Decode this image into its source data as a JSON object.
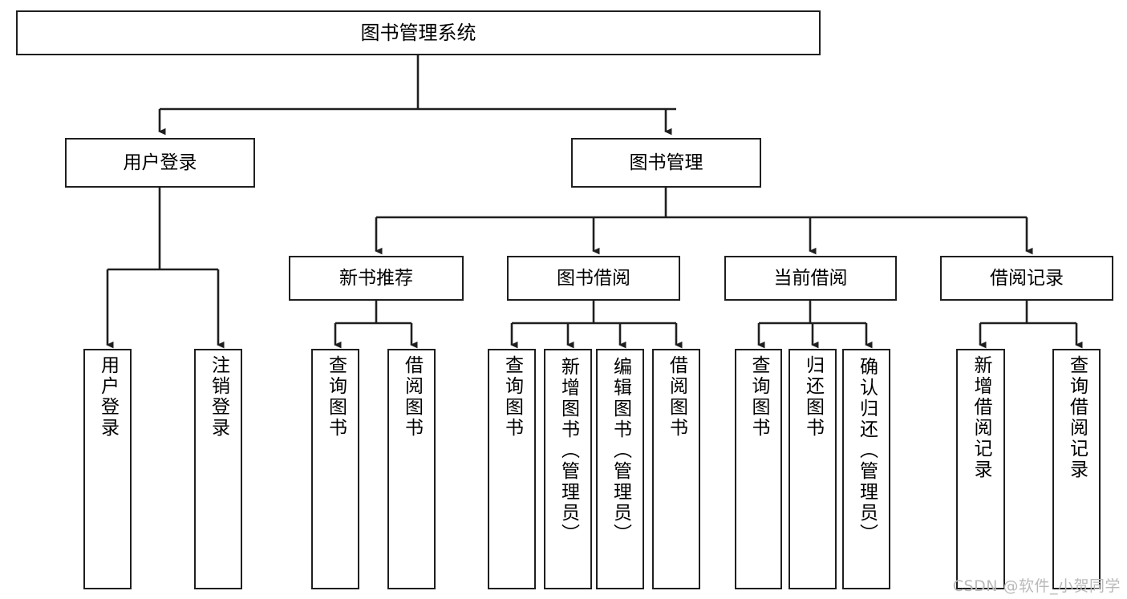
{
  "diagram": {
    "type": "tree-hierarchy",
    "title": "图书管理系统",
    "root": {
      "label": "图书管理系统"
    },
    "level1": [
      {
        "label": "用户登录"
      },
      {
        "label": "图书管理"
      }
    ],
    "level2": [
      {
        "label": "新书推荐"
      },
      {
        "label": "图书借阅"
      },
      {
        "label": "当前借阅"
      },
      {
        "label": "借阅记录"
      }
    ],
    "leaves": {
      "user_login": [
        {
          "label": "用户登录"
        },
        {
          "label": "注销登录"
        }
      ],
      "new_book_recommend": [
        {
          "label": "查询图书"
        },
        {
          "label": "借阅图书"
        }
      ],
      "book_borrow": [
        {
          "label": "查询图书"
        },
        {
          "label": "新增图书（管理员）"
        },
        {
          "label": "编辑图书（管理员）"
        },
        {
          "label": "借阅图书"
        }
      ],
      "current_borrow": [
        {
          "label": "查询图书"
        },
        {
          "label": "归还图书"
        },
        {
          "label": "确认归还（管理员）"
        }
      ],
      "borrow_record": [
        {
          "label": "新增借阅记录"
        },
        {
          "label": "查询借阅记录"
        }
      ]
    }
  },
  "watermark": {
    "text": "CSDN @软件_小贺同学"
  },
  "colors": {
    "stroke": "#1f1f1f",
    "fill": "#ffffff",
    "text": "#000000",
    "watermark": "#b9b9b9"
  }
}
